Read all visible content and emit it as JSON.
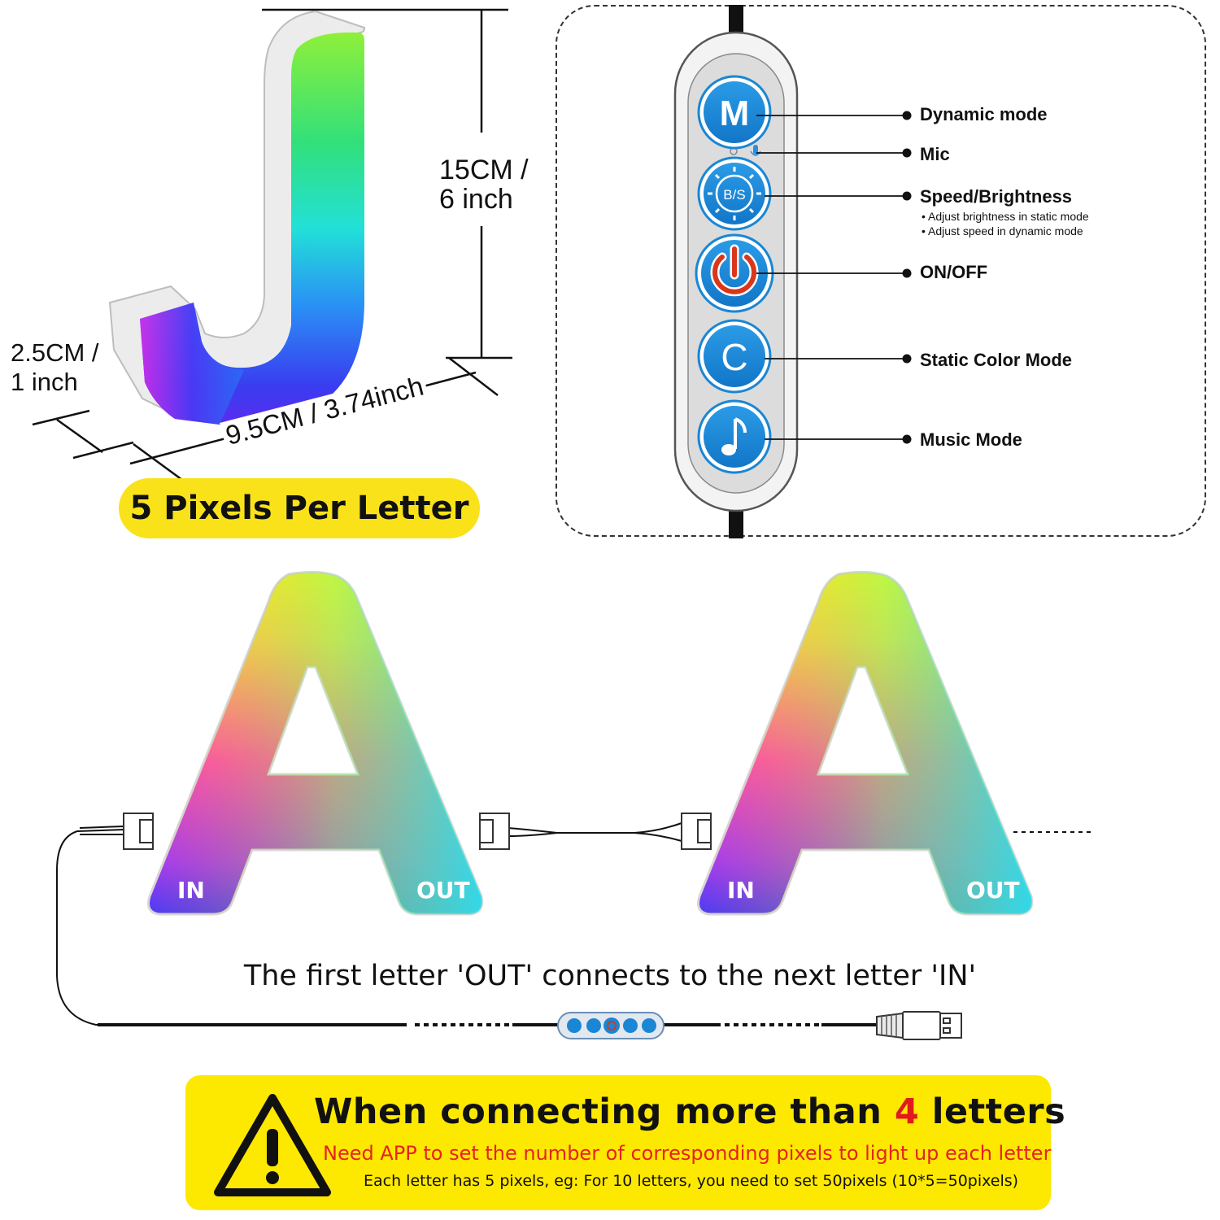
{
  "dimensions": {
    "height": "15CM /\n6 inch",
    "height_line1": "15CM /",
    "height_line2": "6 inch",
    "depth_line1": "2.5CM /",
    "depth_line2": "1 inch",
    "width": "9.5CM / 3.74inch"
  },
  "pixels_badge": "5 Pixels Per Letter",
  "remote": {
    "buttons": [
      {
        "glyph": "M",
        "label": "Dynamic mode"
      },
      {
        "glyph": "",
        "label": "Mic"
      },
      {
        "glyph": "B/S",
        "label": "Speed/Brightness",
        "notes": [
          "Adjust brightness in static mode",
          "Adjust speed in dynamic mode"
        ]
      },
      {
        "glyph": "",
        "label": "ON/OFF"
      },
      {
        "glyph": "C",
        "label": "Static Color Mode"
      },
      {
        "glyph": "♪",
        "label": "Music Mode"
      }
    ]
  },
  "letters": [
    {
      "letter": "A",
      "in": "IN",
      "out": "OUT"
    },
    {
      "letter": "A",
      "in": "IN",
      "out": "OUT"
    }
  ],
  "connection_caption": "The first letter 'OUT' connects to the next letter 'IN'",
  "warning": {
    "title_before": "When connecting more than ",
    "title_number": "4",
    "title_after": " letters",
    "line2": "Need APP to set the number of corresponding pixels to light up each letter",
    "line3": "Each letter has 5 pixels, eg: For 10 letters, you need to set 50pixels (10*5=50pixels)"
  },
  "colors": {
    "badge_yellow": "#f9e21a",
    "warning_yellow": "#fde800",
    "remote_blue": "#1a86d4",
    "power_red": "#d9361b",
    "warning_red": "#e01b1b"
  }
}
